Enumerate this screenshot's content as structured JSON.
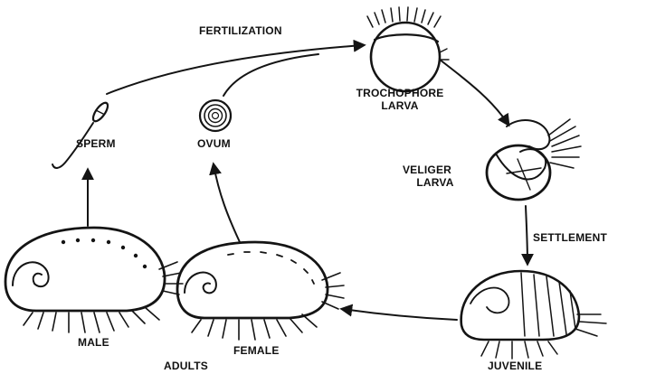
{
  "diagram": {
    "labels": {
      "fertilization": "FERTILIZATION",
      "trochophore_line1": "TROCHOPHORE",
      "trochophore_line2": "LARVA",
      "veliger_line1": "VELIGER",
      "veliger_line2": "LARVA",
      "settlement": "SETTLEMENT",
      "juvenile": "JUVENILE",
      "male": "MALE",
      "female": "FEMALE",
      "adults": "ADULTS",
      "sperm": "SPERM",
      "ovum": "OVUM"
    },
    "ink_color": "#141414"
  }
}
